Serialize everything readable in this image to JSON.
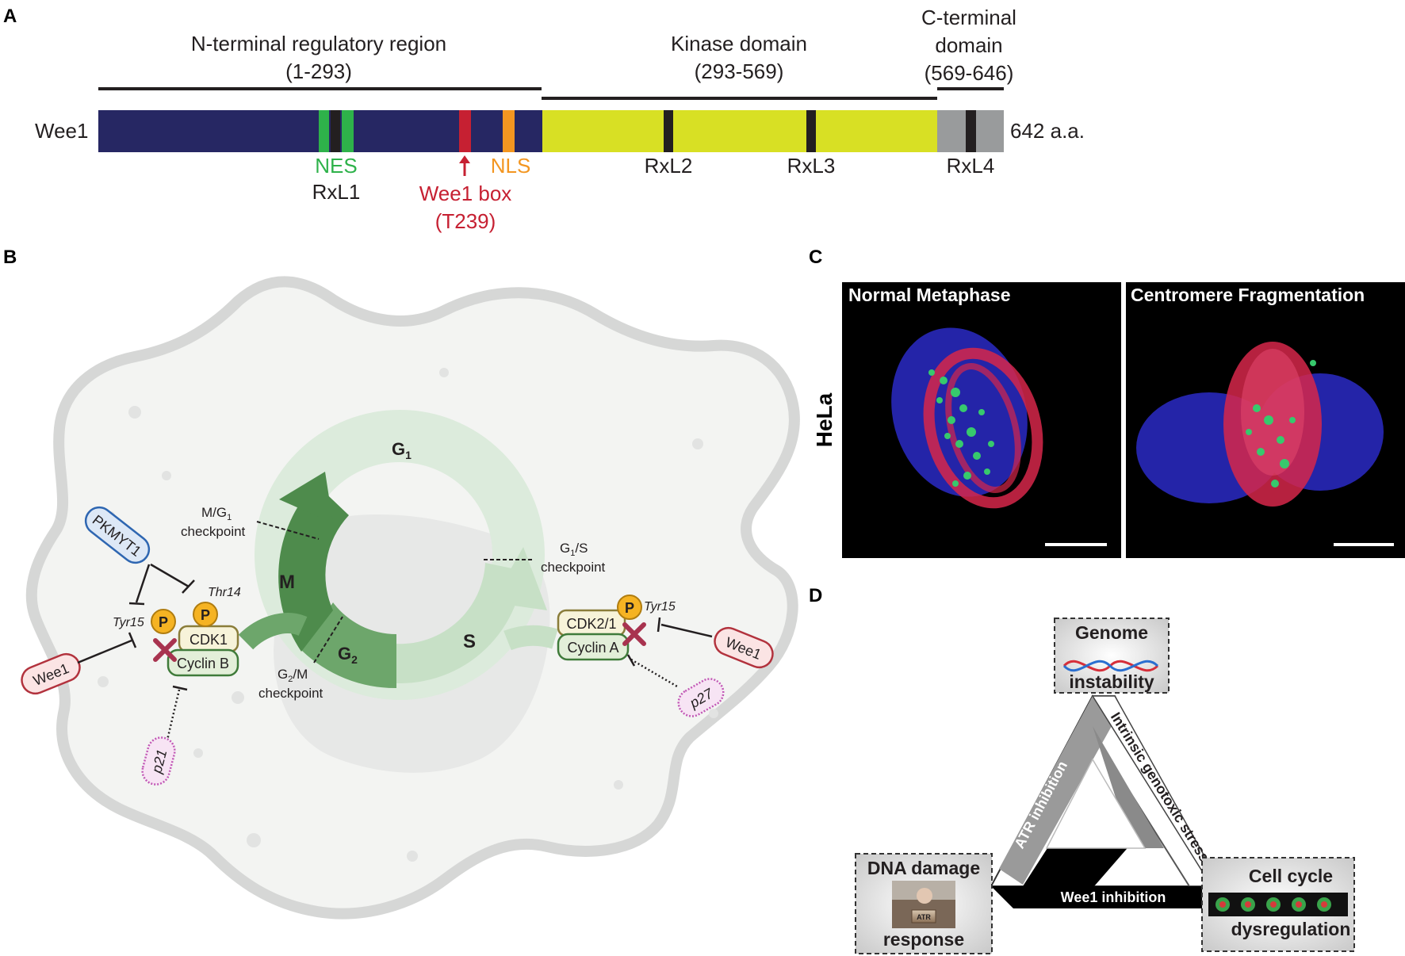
{
  "panelA": {
    "letter": "A",
    "region_n_line1": "N-terminal regulatory region",
    "region_n_line2": "(1-293)",
    "region_k_line1": "Kinase domain",
    "region_k_line2": "(293-569)",
    "region_c_line1": "C-terminal",
    "region_c_line2": "domain",
    "region_c_line3": "(569-646)",
    "protein": "Wee1",
    "length": "642 a.a.",
    "nes": "NES",
    "rxl1": "RxL1",
    "nls": "NLS",
    "wee1box_line1": "Wee1 box",
    "wee1box_line2": "(T239)",
    "rxl2": "RxL2",
    "rxl3": "RxL3",
    "rxl4": "RxL4",
    "colors": {
      "n": "#262763",
      "k": "#d8e024",
      "c": "#999b9c",
      "nes": "#2eb24a",
      "red": "#c62032",
      "orange": "#f39621"
    }
  },
  "panelB": {
    "letter": "B",
    "g1": "G",
    "g1_sub": "1",
    "m": "M",
    "s": "S",
    "g2": "G",
    "g2_sub": "2",
    "mg1_line1": "M/G",
    "mg1_sub": "1",
    "mg1_line2": "checkpoint",
    "g1s_line1": "G",
    "g1s_sub": "1",
    "g1s_rest": "/S",
    "g1s_line2": "checkpoint",
    "g2m_line1": "G",
    "g2m_sub": "2",
    "g2m_rest": "/M",
    "g2m_line2": "checkpoint",
    "pkmyt1": "PKMYT1",
    "thr14": "Thr14",
    "tyr15_left": "Tyr15",
    "tyr15_right": "Tyr15",
    "p_label": "P",
    "cdk1": "CDK1",
    "cyclin_b": "Cyclin B",
    "cdk21": "CDK2/1",
    "cyclin_a": "Cyclin A",
    "wee1_left": "Wee1",
    "wee1_right": "Wee1",
    "p21": "p21",
    "p27": "p27"
  },
  "panelC": {
    "letter": "C",
    "cell_line": "HeLa",
    "img1_title": "Normal Metaphase",
    "img2_title": "Centromere Fragmentation"
  },
  "panelD": {
    "letter": "D",
    "genome_top": "Genome",
    "genome_bottom": "instability",
    "dna_top": "DNA damage",
    "dna_bottom": "response",
    "atr_badge": "ATR",
    "cc_top": "Cell cycle",
    "cc_bottom": "dysregulation",
    "edge_left": "ATR inhibition",
    "edge_right": "Intrinsic genotoxic stress",
    "edge_bottom": "Wee1 inhibition"
  }
}
